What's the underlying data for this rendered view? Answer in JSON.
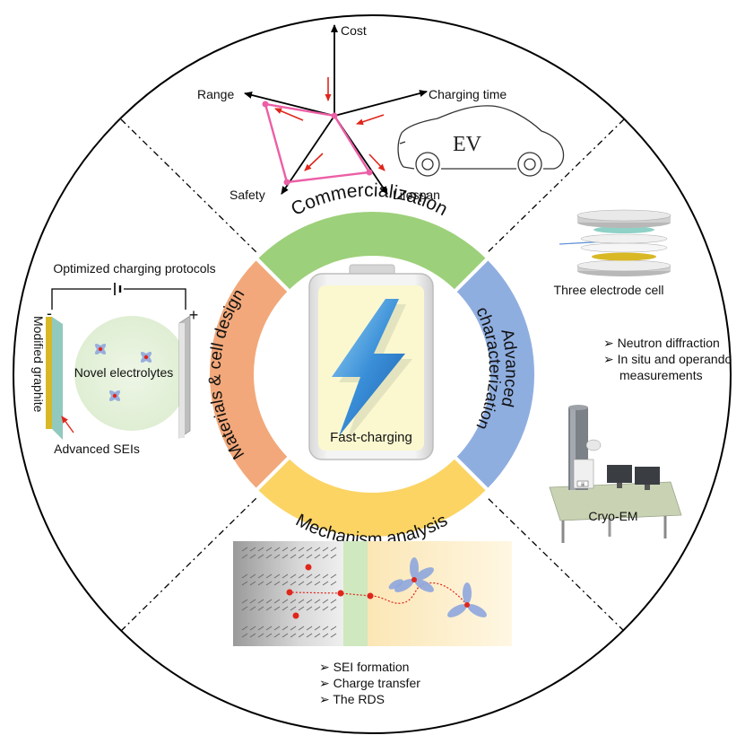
{
  "colors": {
    "commercialization": "#9dd07a",
    "materials": "#f2a87a",
    "characterization": "#8faee0",
    "mechanism": "#fbd464",
    "radar_polygon": "#ec5fa6",
    "arrow": "#e0261c",
    "battery_fill": "#fbf8d0"
  },
  "center": {
    "label": "Fast-charging"
  },
  "ring": {
    "top": "Commercialization",
    "left": "Materials & cell design",
    "right_line1": "Advanced",
    "right_line2": "characterization",
    "bottom": "Mechanism analysis"
  },
  "radar": {
    "axes": [
      "Cost",
      "Charging time",
      "Lifespan",
      "Safety",
      "Range"
    ]
  },
  "ev_label": "EV",
  "left_panel": {
    "protocol_label": "Optimized charging protocols",
    "minus": "-",
    "plus": "+",
    "electrode_label": "Modified graphite",
    "electrolyte_label": "Novel electrolytes",
    "sei_label": "Advanced SEIs"
  },
  "right_panel": {
    "cell_label": "Three electrode cell",
    "techniques": [
      "Neutron diffraction",
      "In situ and operando",
      "measurements"
    ],
    "cryo_label": "Cryo-EM",
    "monitor_tag": "iii"
  },
  "bottom_panel": {
    "items": [
      "SEI formation",
      "Charge transfer",
      "The RDS"
    ]
  },
  "bullet_symbol": "➢"
}
